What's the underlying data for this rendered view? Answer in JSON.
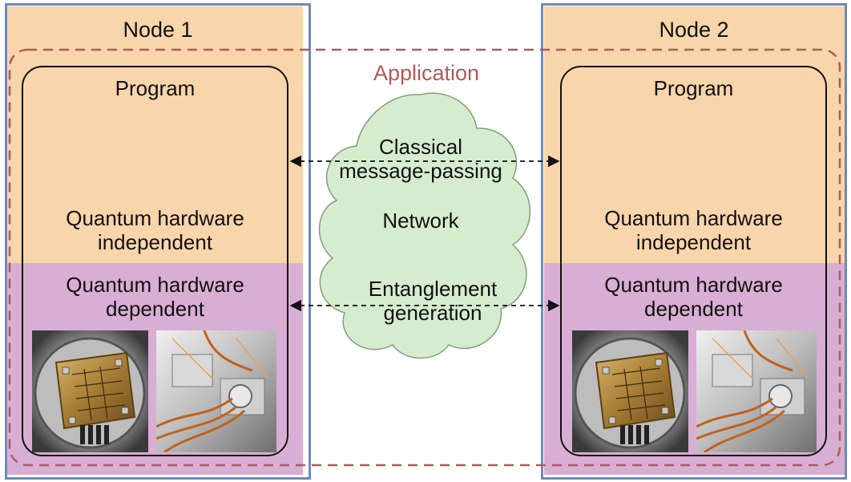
{
  "nodes": [
    {
      "title": "Node 1",
      "program": "Program",
      "independent": [
        "Quantum hardware",
        "independent"
      ],
      "dependent": [
        "Quantum hardware",
        "dependent"
      ]
    },
    {
      "title": "Node 2",
      "program": "Program",
      "independent": [
        "Quantum hardware",
        "independent"
      ],
      "dependent": [
        "Quantum hardware",
        "dependent"
      ]
    }
  ],
  "application": "Application",
  "cloud": {
    "classical": [
      "Classical",
      "message-passing"
    ],
    "network": "Network",
    "entanglement": [
      "Entanglement",
      "generation"
    ]
  },
  "colors": {
    "independent_band": "#f8d5ab",
    "dependent_band": "#d9aed4",
    "node_border": "#6f89b8",
    "application_border": "#b15a58",
    "cloud_fill": "#d6eccf",
    "cloud_stroke": "#7f9f77"
  },
  "photos": [
    "chip-photo",
    "optics-photo"
  ]
}
